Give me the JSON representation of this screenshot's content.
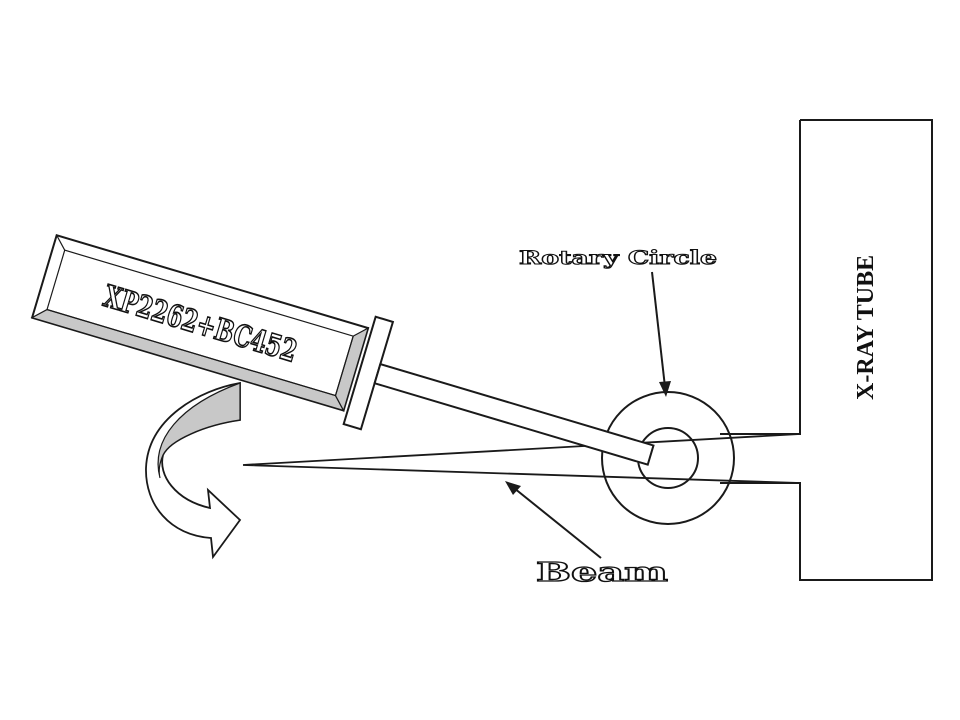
{
  "diagram": {
    "detector_label": "XP2262+BC452",
    "tube_label": "X-RAY TUBE",
    "rotary_label": "Rotary Circle",
    "beam_label": "Beam"
  },
  "colors": {
    "stroke": "#1a1a1a",
    "shade": "#c8c8c8",
    "background": "#ffffff"
  }
}
